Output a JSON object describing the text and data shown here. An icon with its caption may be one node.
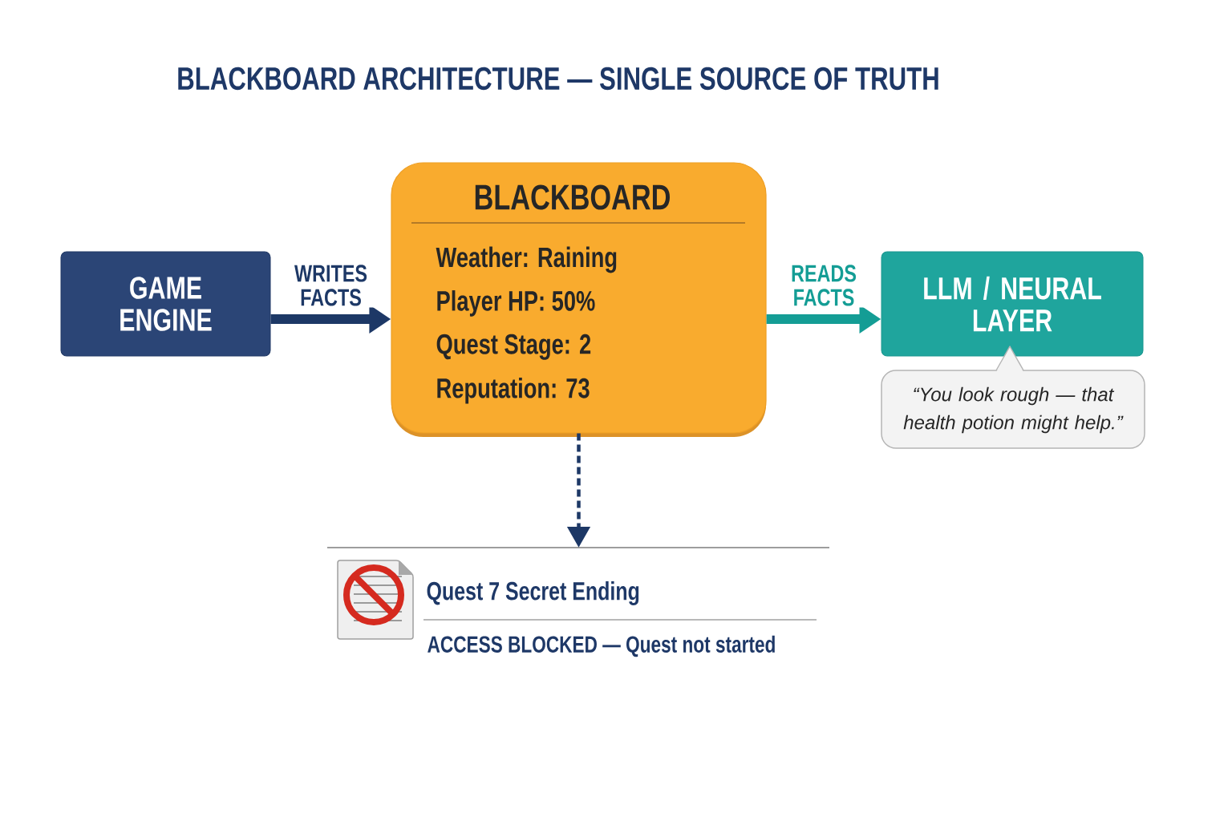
{
  "diagram": {
    "title": "BLACKBOARD ARCHITECTURE — SINGLE SOURCE OF TRUTH",
    "nodes": [
      {
        "text": [
          "GAME ENGINE"
        ]
      },
      {
        "text": [
          "BLACKBOARD",
          "Weather: Raining",
          "Player HP: 50%",
          "Quest Stage: 2",
          "Reputation: 73"
        ]
      },
      {
        "text": [
          "LLM / NEURAL LAYER"
        ]
      },
      {
        "text": [
          "“You look rough — that health potion might help.”"
        ]
      },
      {
        "text": [
          "Quest 7 Secret Ending",
          "ACCESS BLOCKED — Quest not started"
        ]
      }
    ],
    "edges": [
      {
        "from": 0,
        "to": 1,
        "arrow": "to",
        "label": "WRITES FACTS"
      },
      {
        "from": 1,
        "to": 2,
        "arrow": "to",
        "label": "READS FACTS",
        "color": "#149d95"
      },
      {
        "from": 1,
        "to": 4,
        "arrow": "to",
        "style": "dashed"
      }
    ]
  }
}
